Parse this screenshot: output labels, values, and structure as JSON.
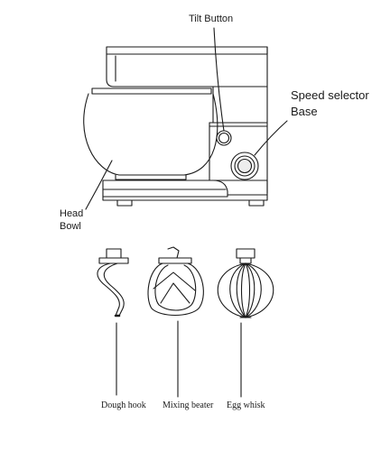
{
  "labels": {
    "tilt_button": "Tilt Button",
    "speed_selector": "Speed selector",
    "base": "Base",
    "head": "Head",
    "bowl": "Bowl"
  },
  "attachments": [
    {
      "name": "Dough hook",
      "icon": "dough-hook-icon"
    },
    {
      "name": "Mixing beater",
      "icon": "mixing-beater-icon"
    },
    {
      "name": "Egg whisk",
      "icon": "egg-whisk-icon"
    }
  ],
  "colors": {
    "line": "#1a1a1a",
    "background": "#ffffff"
  }
}
